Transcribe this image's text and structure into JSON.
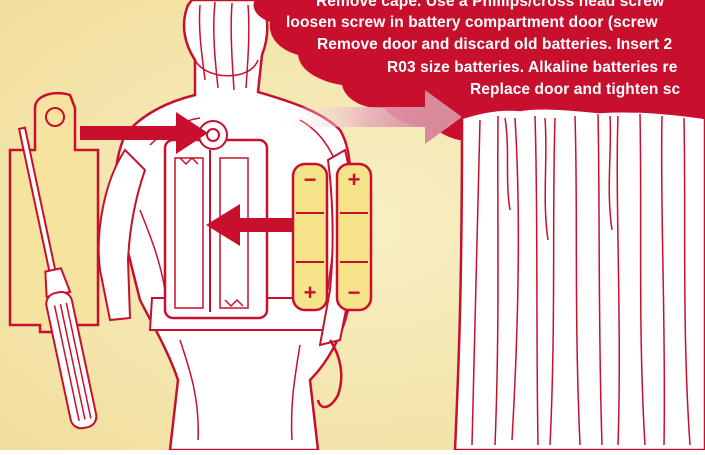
{
  "instructions": {
    "lines": [
      "Remove cape.  Use a Phillips/cross head screw",
      "loosen screw in battery compartment door (screw",
      "Remove door and discard old batteries. Insert 2",
      "R03 size batteries.  Alkaline batteries re",
      "Replace door and tighten sc"
    ]
  },
  "batteries": [
    {
      "top_terminal": "−",
      "bottom_terminal": "+"
    },
    {
      "top_terminal": "+",
      "bottom_terminal": "−"
    }
  ],
  "colors": {
    "accent_red": "#c8102e",
    "battery_fill": "#f6e38a",
    "door_fill": "#f6e3a0",
    "parchment": "#f3e8b2",
    "outline": "#c8102e"
  },
  "icons": [
    "screw-icon",
    "screwdriver-icon",
    "arrow-right-icon",
    "arrow-left-icon",
    "battery-icon",
    "spring-icon"
  ]
}
